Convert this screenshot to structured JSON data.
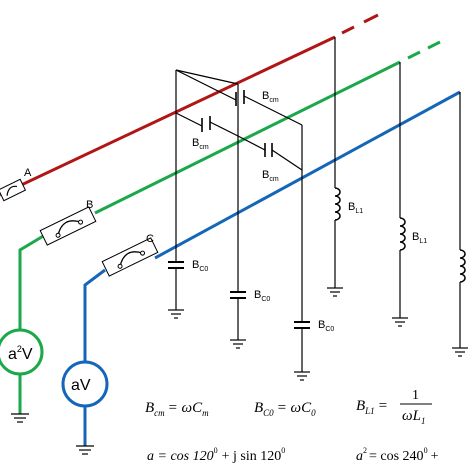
{
  "phases": [
    {
      "label": "A",
      "color": "#b01616"
    },
    {
      "label": "B",
      "color": "#1aa84a"
    },
    {
      "label": "C",
      "color": "#1466b8"
    }
  ],
  "components": {
    "bcm_label": "B",
    "bcm_sub": "cm",
    "bc0_label": "B",
    "bc0_sub": "C0",
    "bl1_label": "B",
    "bl1_sub": "L1"
  },
  "meters": {
    "a2v_a": "a",
    "a2v_sup": "2",
    "a2v_v": "V",
    "av": "aV"
  },
  "equations": {
    "bcm_lhs": "B",
    "bcm_lhs_sub": "cm",
    "bcm_rhs": "= ωC",
    "bcm_rhs_sub": "m",
    "bc0_lhs": "B",
    "bc0_lhs_sub": "C0",
    "bc0_rhs": "= ωC",
    "bc0_rhs_sub": "0",
    "bl1_lhs": "B",
    "bl1_lhs_sub": "L1",
    "bl1_num": "1",
    "bl1_den": "ωL",
    "bl1_den_sub": "1",
    "a_def": "a = cos 120",
    "a_deg1": "0",
    "a_mid": "+ j sin 120",
    "a_deg2": "0",
    "a2_lhs": "a",
    "a2_sup": "2",
    "a2_rhs": "= cos 240",
    "a2_deg": "0",
    "a2_tail": "+"
  }
}
